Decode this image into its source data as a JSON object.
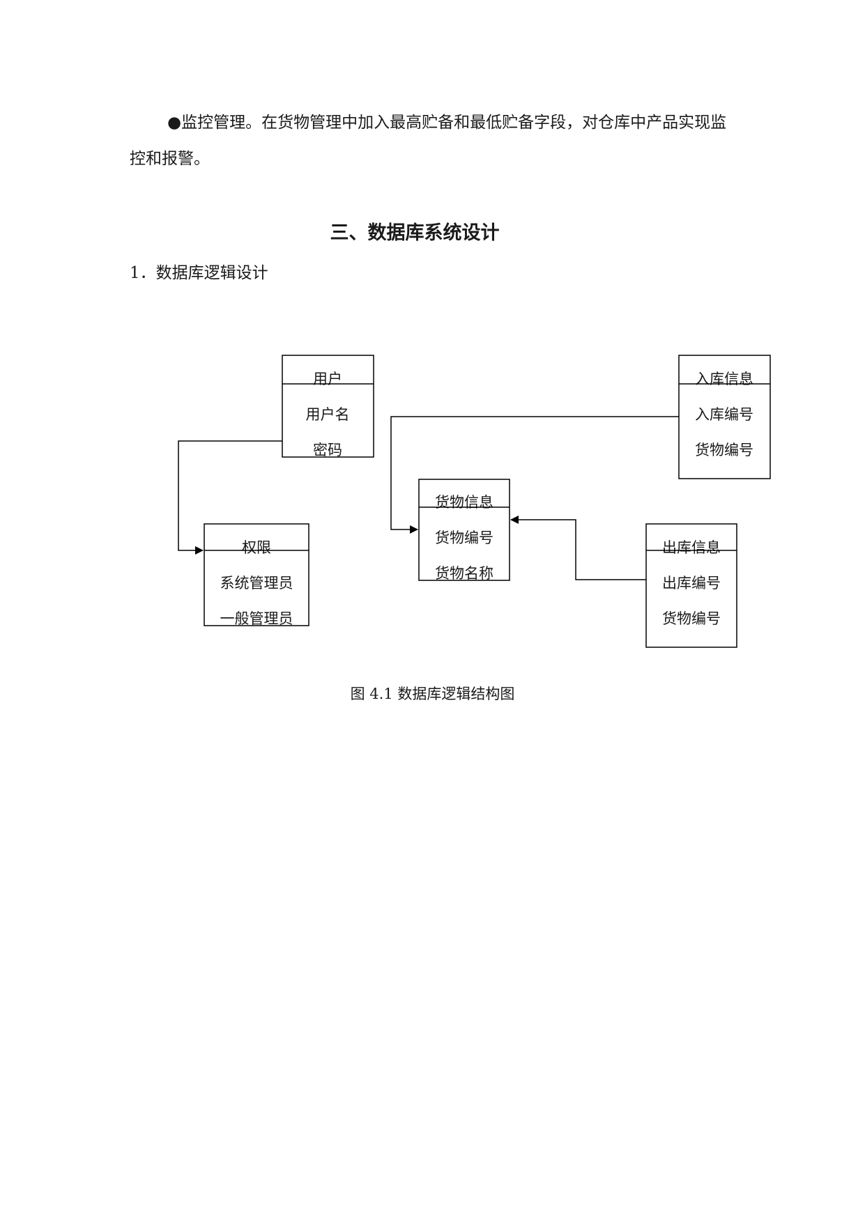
{
  "intro": {
    "paragraph": "●监控管理。在货物管理中加入最高贮备和最低贮备字段，对仓库中产品实现监控和报警。"
  },
  "section": {
    "title": "三、数据库系统设计",
    "subtitle": "1．数据库逻辑设计"
  },
  "diagram": {
    "entities": {
      "user": {
        "title": "用户",
        "fields": [
          "用户名",
          "密码"
        ]
      },
      "permission": {
        "title": "权限",
        "fields": [
          "系统管理员",
          "一般管理员"
        ]
      },
      "goods": {
        "title": "货物信息",
        "fields": [
          "货物编号",
          "货物名称"
        ]
      },
      "inbound": {
        "title": "入库信息",
        "fields": [
          "入库编号",
          "货物编号"
        ]
      },
      "outbound": {
        "title": "出库信息",
        "fields": [
          "出库编号",
          "货物编号"
        ]
      }
    },
    "caption": "图 4.1  数据库逻辑结构图"
  }
}
